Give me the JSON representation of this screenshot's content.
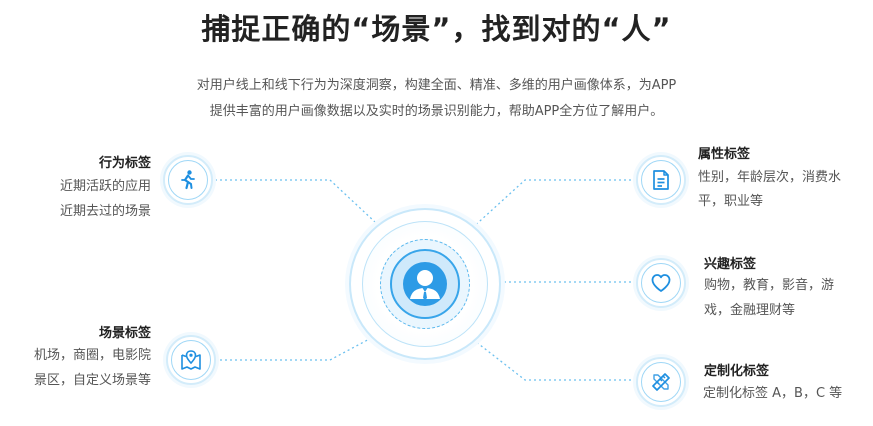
{
  "heading": "捕捉正确的“场景”，找到对的“人”",
  "description": {
    "line1": "对用户线上和线下行为为深度洞察，构建全面、精准、多维的用户画像体系，为APP",
    "line2": "提供丰富的用户画像数据以及实时的场景识别能力，帮助APP全方位了解用户。"
  },
  "tags": {
    "behavior": {
      "title": "行为标签",
      "line1": "近期活跃的应用",
      "line2": "近期去过的场景",
      "icon": "running-person-icon"
    },
    "scene": {
      "title": "场景标签",
      "line1": "机场，商圈，电影院",
      "line2": "景区，自定义场景等",
      "icon": "map-pin-icon"
    },
    "attribute": {
      "title": "属性标签",
      "line1": "性别，年龄层次，消费水",
      "line2": "平，职业等",
      "icon": "document-icon"
    },
    "interest": {
      "title": "兴趣标签",
      "line1": "购物，教育，影音，游",
      "line2": "戏，金融理财等",
      "icon": "heart-icon"
    },
    "custom": {
      "title": "定制化标签",
      "line1": "定制化标签 A，B，C 等",
      "icon": "ruler-pencil-icon"
    }
  },
  "center": {
    "icon": "user-avatar-icon"
  },
  "colors": {
    "accent": "#2d9be6",
    "icon_blue": "#1e8fe0",
    "line": "#6cc0ef",
    "ring": "#c9e8fa"
  }
}
